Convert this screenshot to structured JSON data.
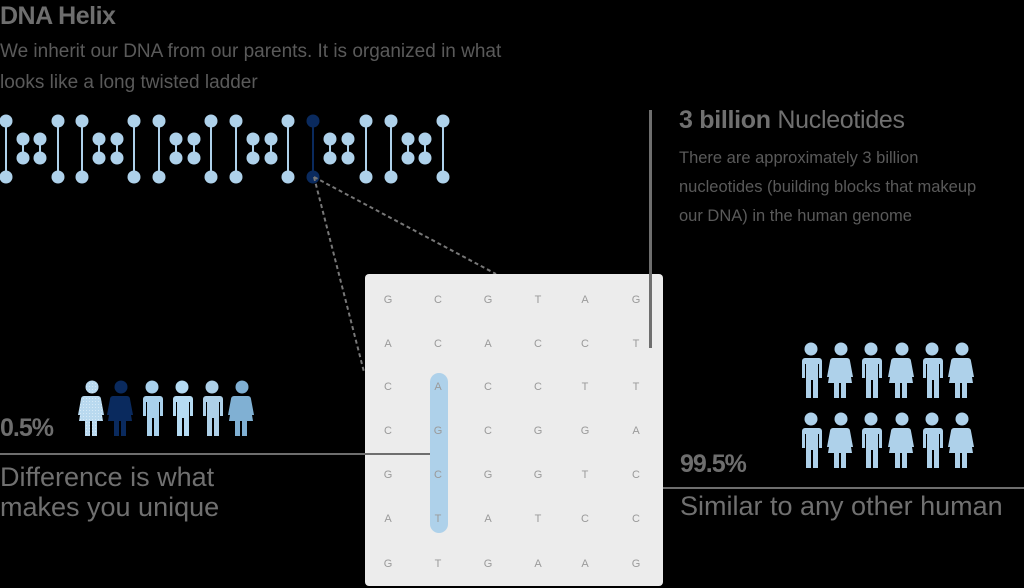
{
  "header": {
    "title": "DNA Helix",
    "subtitle": "We inherit our DNA from our parents. It is organized in what looks like a long twisted ladder"
  },
  "helix": {
    "base_color": "#aed1ea",
    "highlight_color": "#0a2a5e",
    "tall_bar_x": [
      6,
      58,
      82,
      134,
      159,
      211,
      236,
      288,
      313,
      366,
      391,
      443
    ],
    "highlighted_bar_index": 8,
    "short_pair_x": [
      23,
      40,
      99,
      117,
      176,
      194,
      253,
      271,
      330,
      348,
      408,
      425
    ]
  },
  "nucleotides": {
    "title_bold": "3 billion",
    "title_rest": " Nucleotides",
    "description": "There are approximately 3 billion nucleotides (building blocks that makeup our DNA) in the human genome"
  },
  "sequence_grid": {
    "rows": [
      [
        "G",
        "C",
        "G",
        "T",
        "A",
        "G"
      ],
      [
        "A",
        "C",
        "A",
        "C",
        "C",
        "T"
      ],
      [
        "C",
        "A",
        "C",
        "C",
        "T",
        "T"
      ],
      [
        "C",
        "G",
        "C",
        "G",
        "G",
        "A"
      ],
      [
        "G",
        "C",
        "G",
        "G",
        "T",
        "C"
      ],
      [
        "A",
        "T",
        "A",
        "T",
        "C",
        "C"
      ],
      [
        "G",
        "T",
        "G",
        "A",
        "A",
        "G"
      ]
    ],
    "highlighted_column": 1,
    "highlighted_rows": [
      2,
      5
    ],
    "highlight_color": "#aed1ea"
  },
  "difference": {
    "percent": "0.5%",
    "caption_line1": "Difference is what",
    "caption_line2": "makes you unique",
    "people": [
      {
        "type": "female",
        "color": "#b9d9ef",
        "pattern": "dotted"
      },
      {
        "type": "female",
        "color": "#0a2a5e"
      },
      {
        "type": "male",
        "color": "#a9d1ec"
      },
      {
        "type": "male",
        "color": "#b5dbf3"
      },
      {
        "type": "male",
        "color": "#aed0e8"
      },
      {
        "type": "female",
        "color": "#80b0d3"
      }
    ]
  },
  "similarity": {
    "percent": "99.5%",
    "caption": "Similar to any other human",
    "color": "#aed1ea",
    "rows": [
      [
        "male",
        "female",
        "male",
        "female",
        "male",
        "female"
      ],
      [
        "male",
        "female",
        "male",
        "female",
        "male",
        "female"
      ]
    ]
  }
}
